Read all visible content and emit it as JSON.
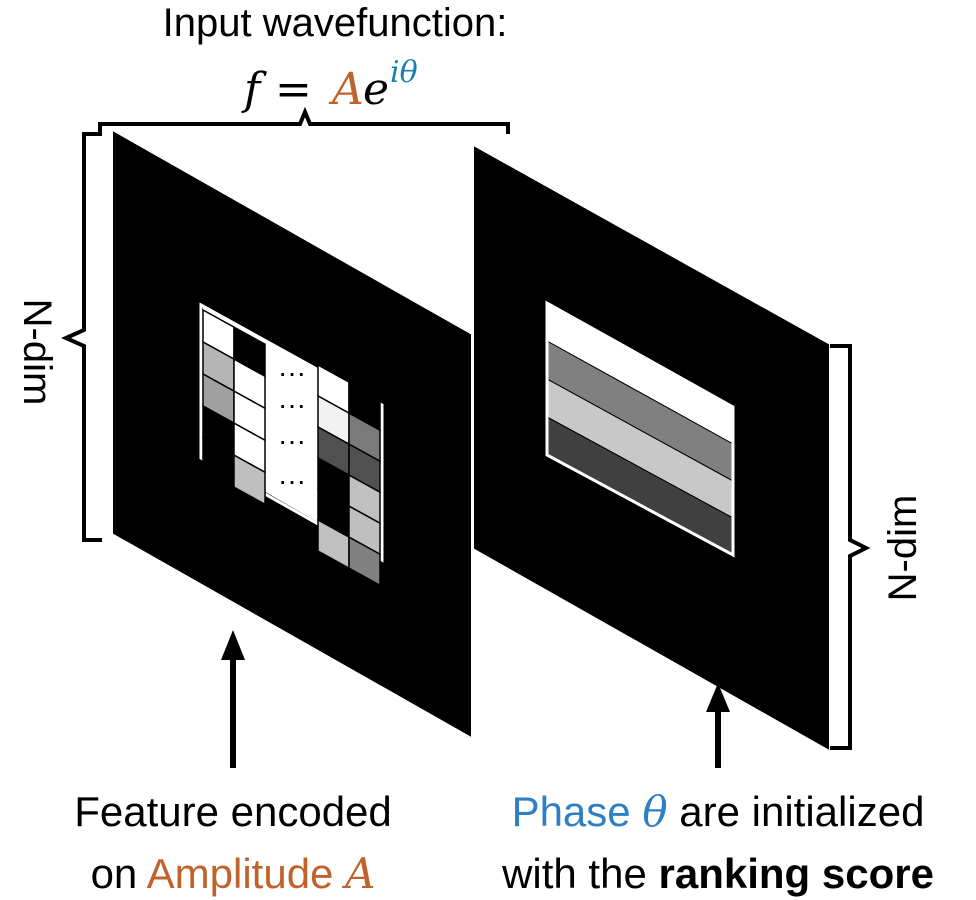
{
  "title": "Input wavefunction:",
  "equation": {
    "lhs": "f",
    "eq": "=",
    "amp": "A",
    "base": "e",
    "exp": "iθ"
  },
  "dim_label_left": "N-dim",
  "dim_label_right": "N-dim",
  "ellipsis": "···",
  "caption_left": {
    "line1": "Feature encoded",
    "line2_prefix": "on ",
    "line2_highlight": "Amplitude ",
    "line2_var": "A"
  },
  "caption_right": {
    "line1_highlight": "Phase ",
    "line1_var": "θ",
    "line1_rest": " are initialized",
    "line2_prefix": "with the ",
    "line2_bold": "ranking score"
  },
  "colors": {
    "amplitude": "#c0622b",
    "phase": "#1a7fb0",
    "phase_text": "#2f7fc4",
    "panel": "#000000",
    "line": "#000000"
  },
  "amplitude_grid": {
    "left_block": [
      [
        "#ffffff",
        "#000000"
      ],
      [
        "#b5b5b5",
        "#ffffff"
      ],
      [
        "#a0a0a0",
        "#ffffff"
      ],
      [
        "#000000",
        "#ffffff"
      ],
      [
        "#000000",
        "#bfbfbf"
      ]
    ],
    "right_block": [
      [
        "#ffffff",
        "#000000"
      ],
      [
        "#f2f2f2",
        "#7a7a7a"
      ],
      [
        "#505050",
        "#505050"
      ],
      [
        "#000000",
        "#c0c0c0"
      ],
      [
        "#000000",
        "#bfbfbf"
      ],
      [
        "#c0c0c0",
        "#808080"
      ]
    ]
  },
  "phase_bands": [
    "#ffffff",
    "#808080",
    "#c8c8c8",
    "#404040"
  ]
}
